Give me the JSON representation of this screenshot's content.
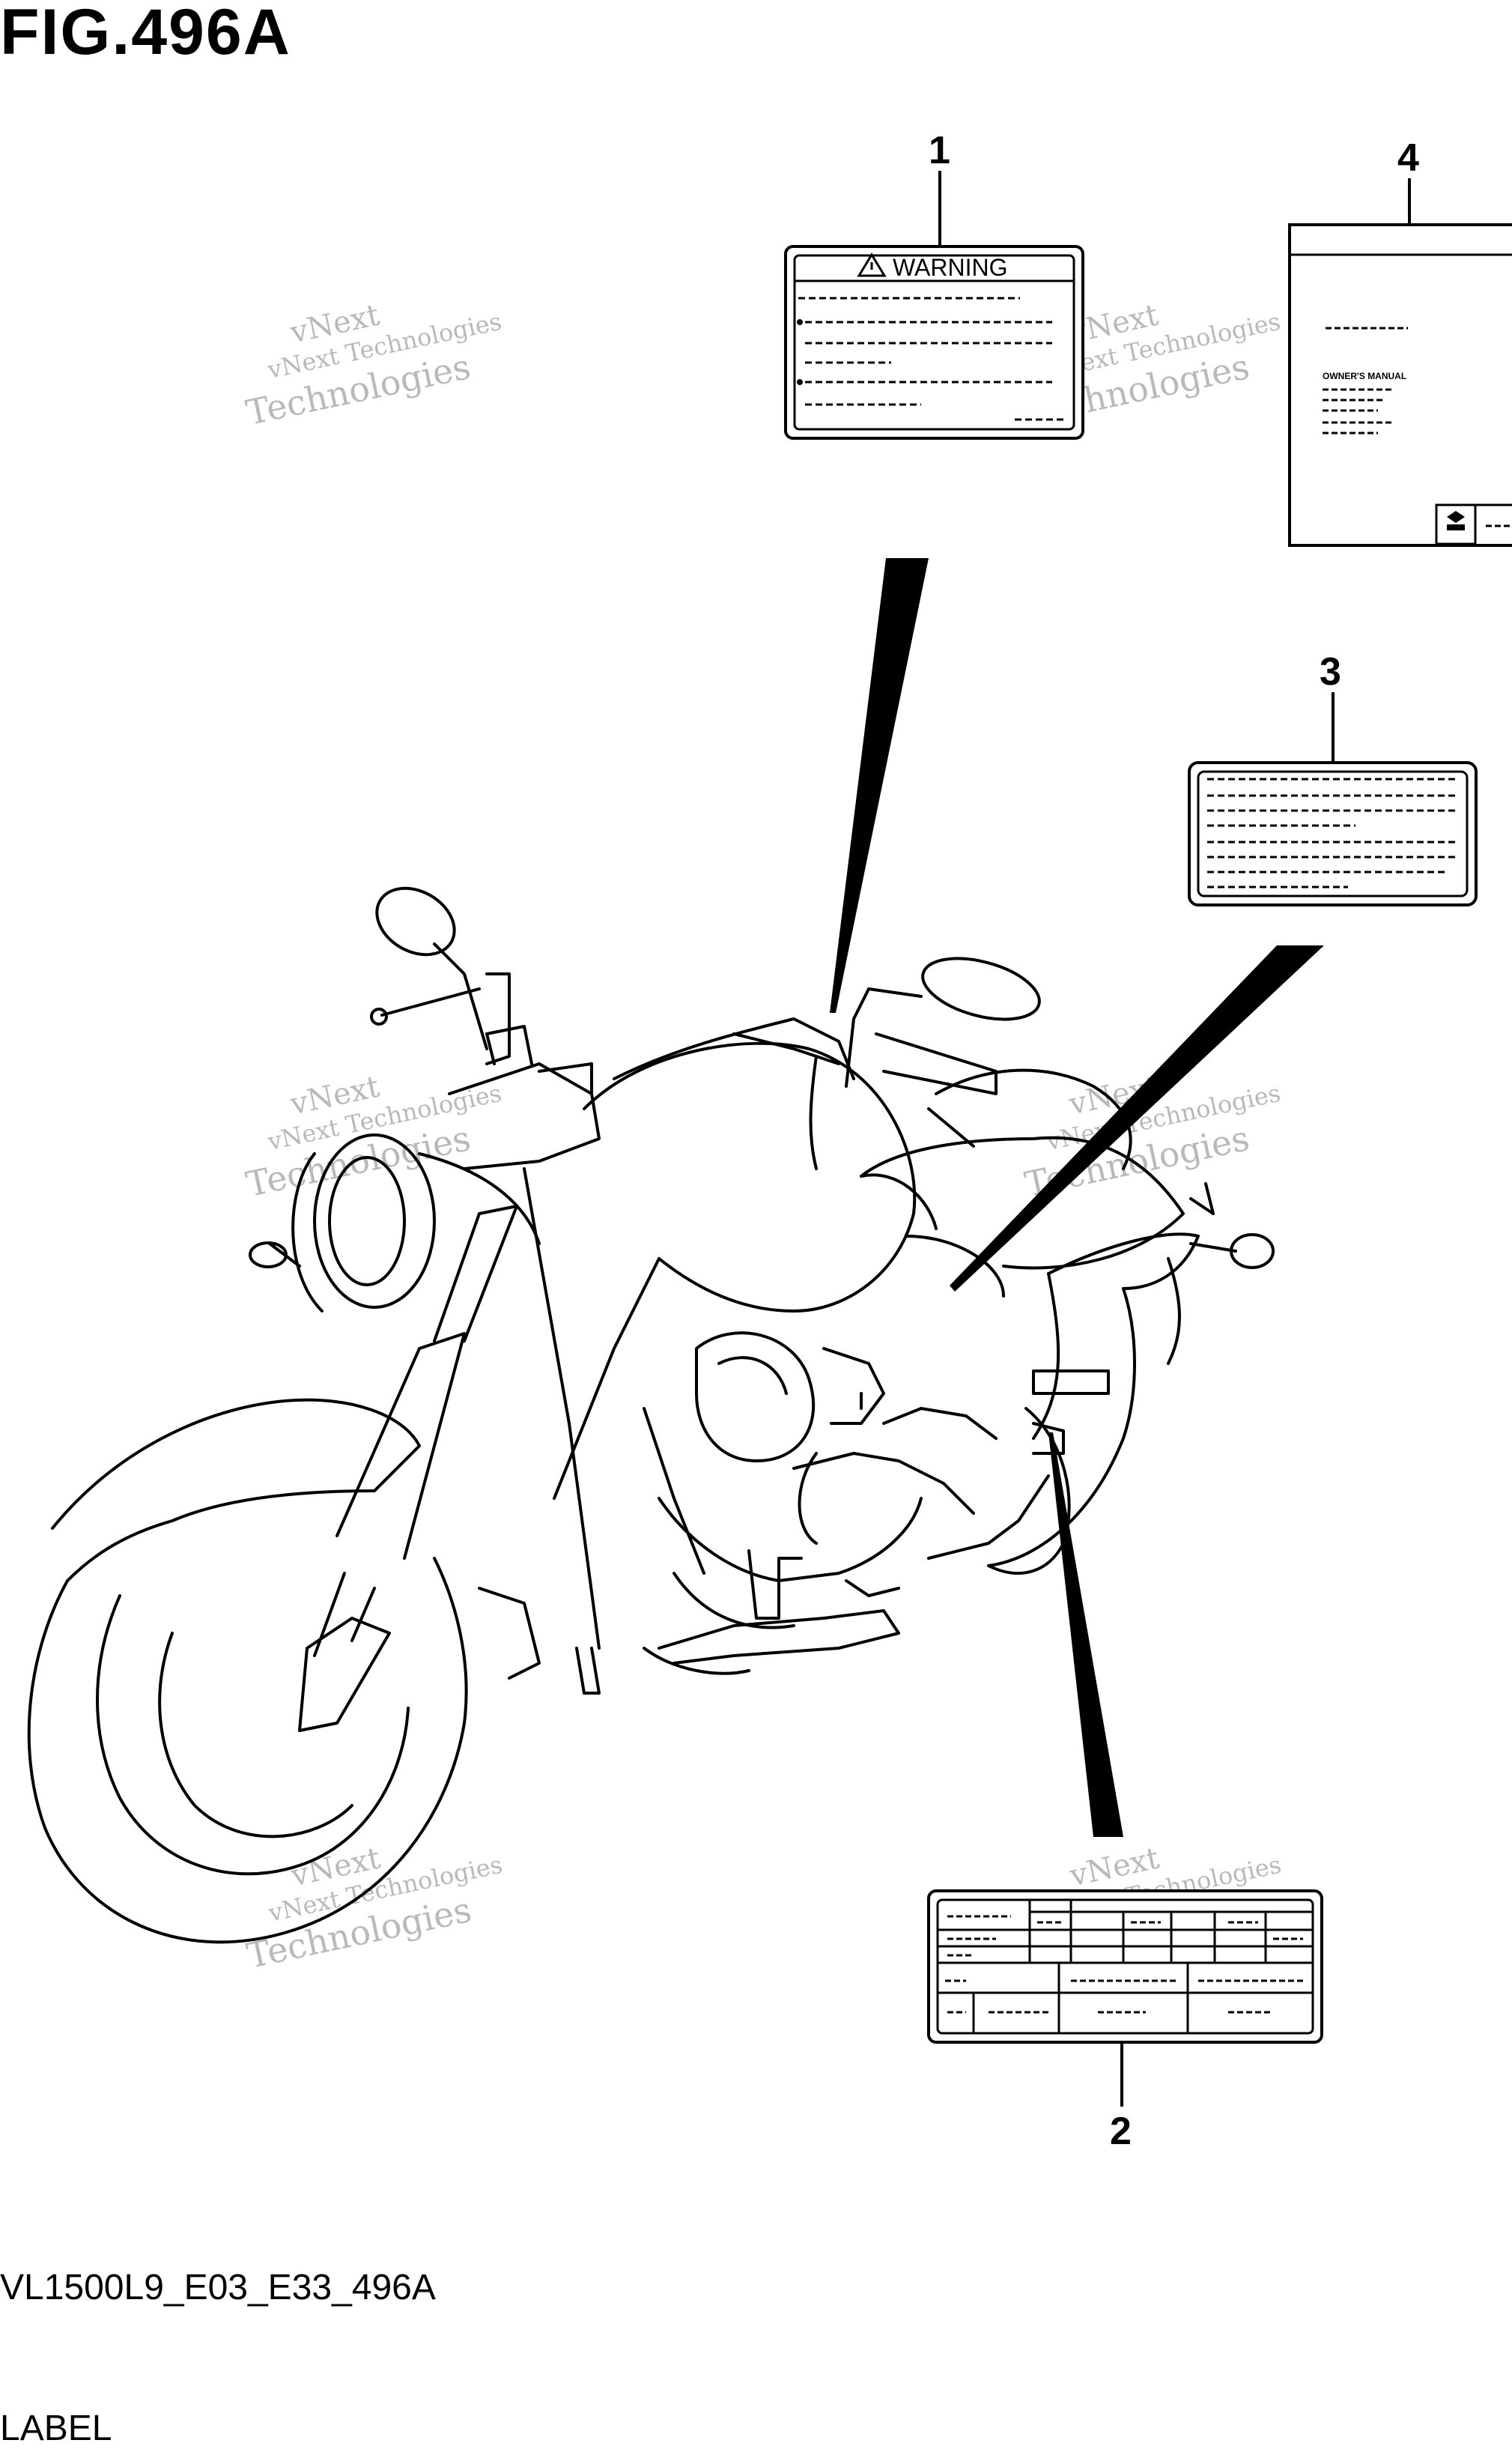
{
  "figure": {
    "title": "FIG.496A",
    "model_code": "VL1500L9_E03_E33_496A",
    "section": "LABEL"
  },
  "watermark": {
    "line1": "vNext Technologies",
    "line2": "vNext",
    "line3": "Technologies"
  },
  "callouts": [
    {
      "number": "1"
    },
    {
      "number": "2"
    },
    {
      "number": "3"
    },
    {
      "number": "4"
    }
  ],
  "label_warning": {
    "heading": "WARNING",
    "warning_icon": "warning-triangle-icon"
  },
  "label_manual": {
    "caption": "OWNER'S MANUAL",
    "book_icon": "book-icon"
  },
  "colors": {
    "line": "#000000",
    "background": "#ffffff",
    "watermark": "#b9b9b9"
  }
}
